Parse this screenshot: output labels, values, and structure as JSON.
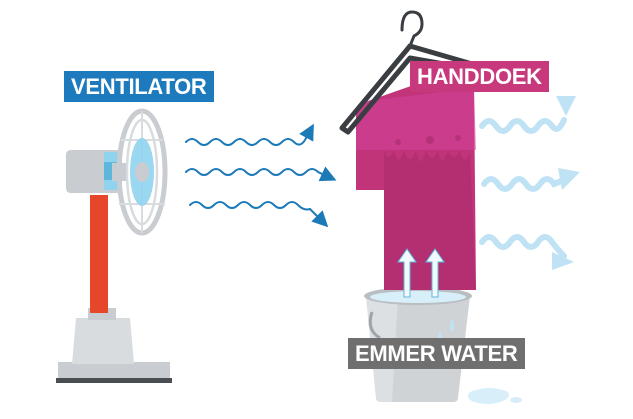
{
  "labels": {
    "fan": "VENTILATOR",
    "towel": "HANDDOEK",
    "bucket": "EMMER WATER"
  },
  "colors": {
    "fan_label": "#1d7bbd",
    "towel_label": "#c7397c",
    "towel": "#c2347a",
    "fan_pole": "#e6462a",
    "fan_body": "#c9cdd1",
    "fan_blades": "#8fd3ee",
    "air_flow": "#1c7ab7",
    "evaporation": "#bfe2f4",
    "bucket": "#cfd3d6",
    "water": "#d8eef9",
    "bucket_label": "#6f6f6f",
    "hanger": "#3a3d42"
  },
  "icons": [
    "fan-icon",
    "hanger-icon",
    "towel-icon",
    "bucket-icon",
    "air-flow-arrow-icon",
    "evaporation-arrow-icon",
    "water-rise-arrow-icon"
  ]
}
